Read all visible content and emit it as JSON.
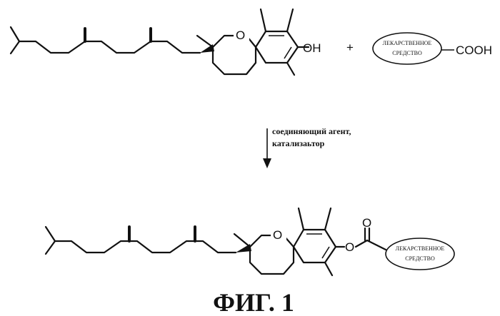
{
  "reactant": {
    "hydroxyl_label": "OH",
    "ring_oxygen_label": "O"
  },
  "plus_sign": "+",
  "drug_reagent": {
    "drug_line1": "ЛЕКАРСТВЕННОЕ",
    "drug_line2": "СРЕДСТВО",
    "acid_label": "COOH"
  },
  "reaction_conditions": {
    "line1": "соединяющий агент,",
    "line2": "катализаьтор"
  },
  "product": {
    "ring_oxygen_label": "O",
    "ester_oxygen_label": "O",
    "ester_ether_label": "O",
    "drug_line1": "ЛЕКАРСТВЕННОЕ",
    "drug_line2": "СРЕДСТВО"
  },
  "figure_caption": "ФИГ. 1"
}
